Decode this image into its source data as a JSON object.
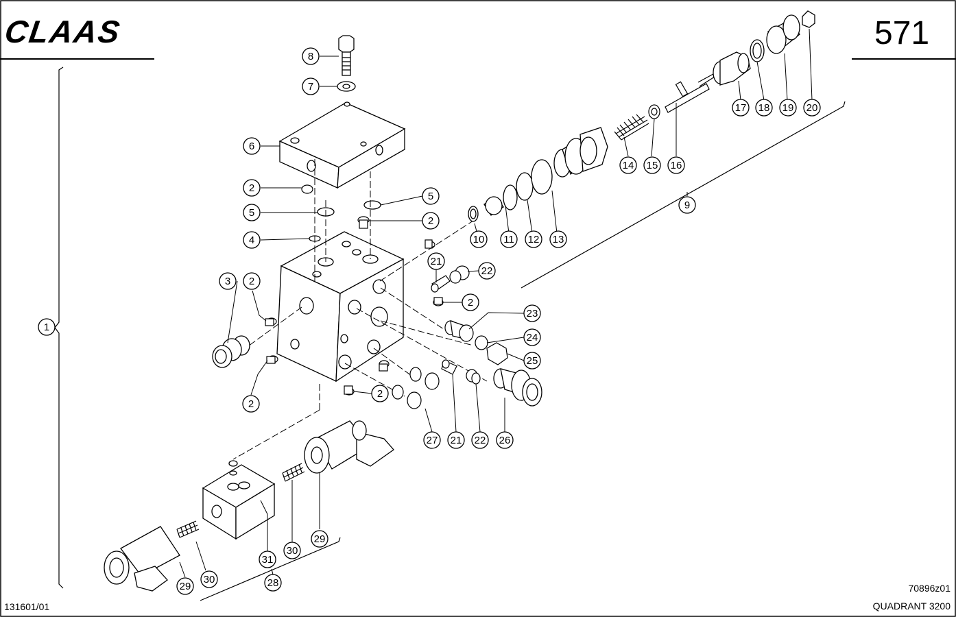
{
  "header": {
    "logo_text": "CLAAS",
    "page_number": "571"
  },
  "footer": {
    "doc_date": "131601/01",
    "drawing_code": "70896z01",
    "model": "QUADRANT 3200"
  },
  "callouts": [
    {
      "id": "c1",
      "label": "1"
    },
    {
      "id": "c2a",
      "label": "2"
    },
    {
      "id": "c2b",
      "label": "2"
    },
    {
      "id": "c2c",
      "label": "2"
    },
    {
      "id": "c2d",
      "label": "2"
    },
    {
      "id": "c2e",
      "label": "2"
    },
    {
      "id": "c2f",
      "label": "2"
    },
    {
      "id": "c3",
      "label": "3"
    },
    {
      "id": "c4",
      "label": "4"
    },
    {
      "id": "c5a",
      "label": "5"
    },
    {
      "id": "c5b",
      "label": "5"
    },
    {
      "id": "c6",
      "label": "6"
    },
    {
      "id": "c7",
      "label": "7"
    },
    {
      "id": "c8",
      "label": "8"
    },
    {
      "id": "c9",
      "label": "9"
    },
    {
      "id": "c10",
      "label": "10"
    },
    {
      "id": "c11",
      "label": "11"
    },
    {
      "id": "c12",
      "label": "12"
    },
    {
      "id": "c13",
      "label": "13"
    },
    {
      "id": "c14",
      "label": "14"
    },
    {
      "id": "c15",
      "label": "15"
    },
    {
      "id": "c16",
      "label": "16"
    },
    {
      "id": "c17",
      "label": "17"
    },
    {
      "id": "c18",
      "label": "18"
    },
    {
      "id": "c19",
      "label": "19"
    },
    {
      "id": "c20",
      "label": "20"
    },
    {
      "id": "c21a",
      "label": "21"
    },
    {
      "id": "c21b",
      "label": "21"
    },
    {
      "id": "c22a",
      "label": "22"
    },
    {
      "id": "c22b",
      "label": "22"
    },
    {
      "id": "c23",
      "label": "23"
    },
    {
      "id": "c24",
      "label": "24"
    },
    {
      "id": "c25",
      "label": "25"
    },
    {
      "id": "c26",
      "label": "26"
    },
    {
      "id": "c27",
      "label": "27"
    },
    {
      "id": "c28",
      "label": "28"
    },
    {
      "id": "c29a",
      "label": "29"
    },
    {
      "id": "c29b",
      "label": "29"
    },
    {
      "id": "c30a",
      "label": "30"
    },
    {
      "id": "c30b",
      "label": "30"
    },
    {
      "id": "c31",
      "label": "31"
    }
  ]
}
